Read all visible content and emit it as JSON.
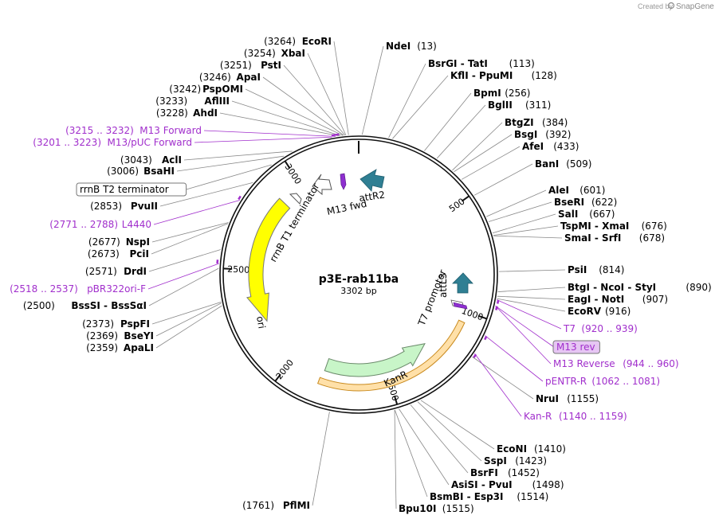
{
  "credit": {
    "prefix": "Created by",
    "brand": "SnapGene"
  },
  "plasmid": {
    "name": "p3E-rab11ba",
    "size": "3302 bp"
  },
  "ticks": [
    "500",
    "1000",
    "1500",
    "2000",
    "2500",
    "3000"
  ],
  "features": [
    {
      "label": "attR2",
      "color": "#2f7f93"
    },
    {
      "label": "M13 fwd",
      "color": "#8e2fd0"
    },
    {
      "label": "rrnB T1 terminator",
      "color": "#ffffff"
    },
    {
      "label": "ori",
      "color": "#ffff00"
    },
    {
      "label": "KanR",
      "color": "#c8f5c8"
    },
    {
      "label": "T7 promoter",
      "color": "#ffffff"
    },
    {
      "label": "attL3",
      "color": "#2f7f93"
    }
  ],
  "labels": [
    {
      "name": "EcoRI",
      "pos": "(3264)",
      "side": "L"
    },
    {
      "name": "XbaI",
      "pos": "(3254)",
      "side": "L"
    },
    {
      "name": "PstI",
      "pos": "(3251)",
      "side": "L"
    },
    {
      "name": "ApaI",
      "pos": "(3246)",
      "side": "L"
    },
    {
      "name": "PspOMI",
      "pos": "(3242)",
      "side": "L"
    },
    {
      "name": "AflIII",
      "pos": "(3233)",
      "side": "L"
    },
    {
      "name": "AhdI",
      "pos": "(3228)",
      "side": "L"
    },
    {
      "name": "M13 Forward",
      "pos": "(3215 .. 3232)",
      "side": "L",
      "kind": "primer"
    },
    {
      "name": "M13/pUC Forward",
      "pos": "(3201 .. 3223)",
      "side": "L",
      "kind": "primer"
    },
    {
      "name": "AclI",
      "pos": "(3043)",
      "side": "L"
    },
    {
      "name": "BsaHI",
      "pos": "(3006)",
      "side": "L"
    },
    {
      "name": "rrnB T2 terminator",
      "pos": "",
      "side": "L",
      "kind": "boxed"
    },
    {
      "name": "PvuII",
      "pos": "(2853)",
      "side": "L"
    },
    {
      "name": "L4440",
      "pos": "(2771 .. 2788)",
      "side": "L",
      "kind": "primer"
    },
    {
      "name": "NspI",
      "pos": "(2677)",
      "side": "L"
    },
    {
      "name": "PciI",
      "pos": "(2673)",
      "side": "L"
    },
    {
      "name": "DrdI",
      "pos": "(2571)",
      "side": "L"
    },
    {
      "name": "pBR322ori-F",
      "pos": "(2518 .. 2537)",
      "side": "L",
      "kind": "primer"
    },
    {
      "name": "BssSI - BssSαI",
      "pos": "(2500)",
      "side": "L"
    },
    {
      "name": "PspFI",
      "pos": "(2373)",
      "side": "L"
    },
    {
      "name": "BseYI",
      "pos": "(2369)",
      "side": "L"
    },
    {
      "name": "ApaLI",
      "pos": "(2359)",
      "side": "L"
    },
    {
      "name": "PflMI",
      "pos": "(1761)",
      "side": "L"
    },
    {
      "name": "NdeI",
      "pos": "(13)",
      "side": "R"
    },
    {
      "name": "BsrGI - TatI",
      "pos": "(113)",
      "side": "R"
    },
    {
      "name": "KflI - PpuMI",
      "pos": "(128)",
      "side": "R"
    },
    {
      "name": "BpmI",
      "pos": "(256)",
      "side": "R"
    },
    {
      "name": "BglII",
      "pos": "(311)",
      "side": "R"
    },
    {
      "name": "BtgZI",
      "pos": "(384)",
      "side": "R"
    },
    {
      "name": "BsgI",
      "pos": "(392)",
      "side": "R"
    },
    {
      "name": "AfeI",
      "pos": "(433)",
      "side": "R"
    },
    {
      "name": "BanI",
      "pos": "(509)",
      "side": "R"
    },
    {
      "name": "AleI",
      "pos": "(601)",
      "side": "R"
    },
    {
      "name": "BseRI",
      "pos": "(622)",
      "side": "R"
    },
    {
      "name": "SalI",
      "pos": "(667)",
      "side": "R"
    },
    {
      "name": "TspMI - XmaI",
      "pos": "(676)",
      "side": "R"
    },
    {
      "name": "SmaI - SrfI",
      "pos": "(678)",
      "side": "R"
    },
    {
      "name": "PsiI",
      "pos": "(814)",
      "side": "R"
    },
    {
      "name": "BtgI - NcoI - StyI",
      "pos": "(890)",
      "side": "R"
    },
    {
      "name": "EagI - NotI",
      "pos": "(907)",
      "side": "R"
    },
    {
      "name": "EcoRV",
      "pos": "(916)",
      "side": "R"
    },
    {
      "name": "T7",
      "pos": "(920 .. 939)",
      "side": "R",
      "kind": "primer"
    },
    {
      "name": "M13 rev",
      "pos": "",
      "side": "R",
      "kind": "primer-selected"
    },
    {
      "name": "M13 Reverse",
      "pos": "(944 .. 960)",
      "side": "R",
      "kind": "primer"
    },
    {
      "name": "pENTR-R",
      "pos": "(1062 .. 1081)",
      "side": "R",
      "kind": "primer"
    },
    {
      "name": "NruI",
      "pos": "(1155)",
      "side": "R"
    },
    {
      "name": "Kan-R",
      "pos": "(1140 .. 1159)",
      "side": "R",
      "kind": "primer"
    },
    {
      "name": "EcoNI",
      "pos": "(1410)",
      "side": "R"
    },
    {
      "name": "SspI",
      "pos": "(1423)",
      "side": "R"
    },
    {
      "name": "BsrFI",
      "pos": "(1452)",
      "side": "R"
    },
    {
      "name": "AsiSI - PvuI",
      "pos": "(1498)",
      "side": "R"
    },
    {
      "name": "BsmBI - Esp3I",
      "pos": "(1514)",
      "side": "R"
    },
    {
      "name": "Bpu10I",
      "pos": "(1515)",
      "side": "R"
    }
  ]
}
